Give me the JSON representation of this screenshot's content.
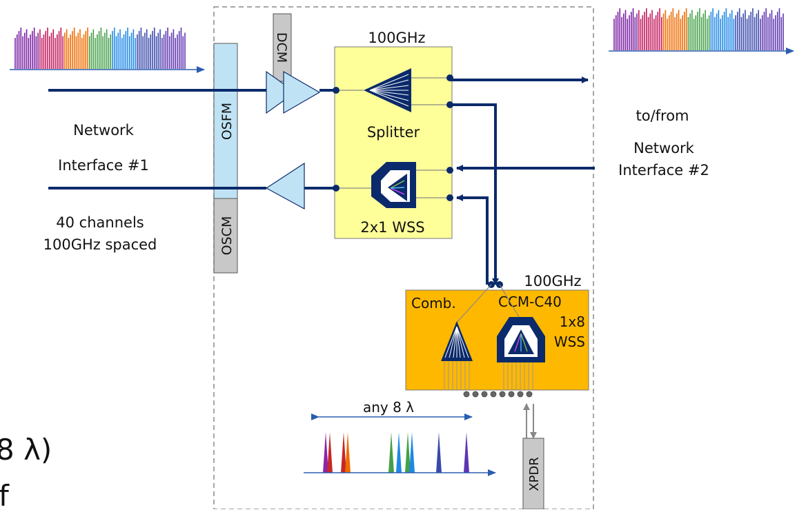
{
  "labels": {
    "freq_top": "100GHz",
    "dcm": "DCM",
    "osfm": "OSFM",
    "oscm": "OSCM",
    "splitter": "Splitter",
    "wss_2x1": "2x1 WSS",
    "to_from": "to/from",
    "network_interface_2_line1": "Network",
    "network_interface_2_line2": "Interface #2",
    "network_interface_1_line1": "Network",
    "network_interface_1_line2": "Interface #1",
    "channels_line1": "40 channels",
    "channels_line2": "100GHz spaced",
    "freq_ccm": "100GHz",
    "comb": "Comb.",
    "ccm_c40": "CCM-C40",
    "wss_1x8_line1": "1x8",
    "wss_1x8_line2": "WSS",
    "any_8_lambda": "any 8 λ",
    "xpdr": "XPDR",
    "edge_fragment_1": "8 λ)",
    "edge_fragment_2": "f"
  },
  "colors": {
    "fiber": "#0b2a6b",
    "module_yellow": "#ffff99",
    "module_orange": "#ffb800",
    "amp_blue": "#bfe3f5",
    "osfm_blue": "#bfe3f5",
    "gray_box": "#c8c8c8"
  }
}
